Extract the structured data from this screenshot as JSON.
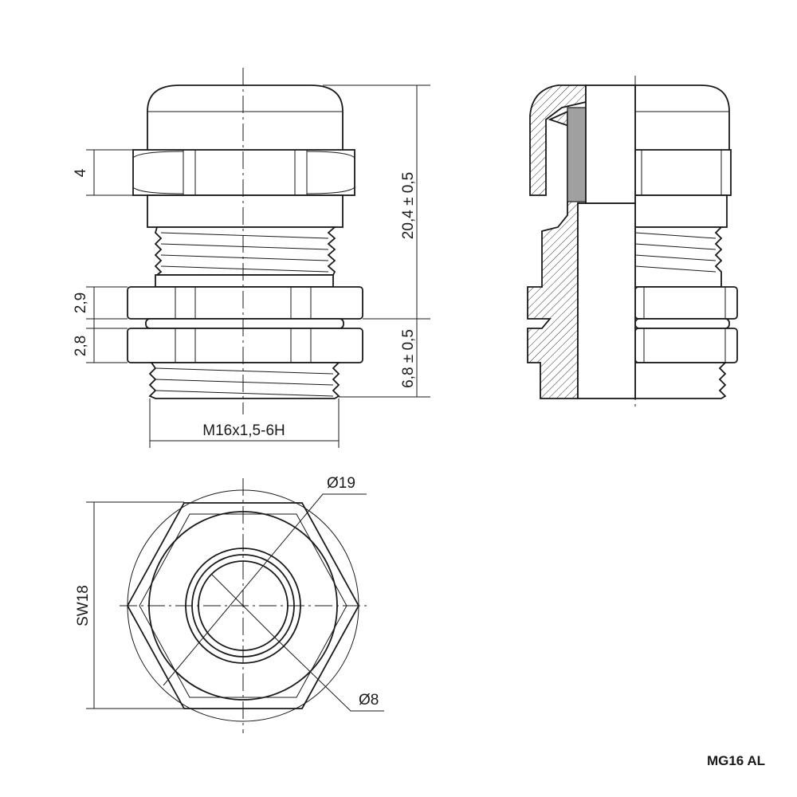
{
  "drawing": {
    "model_label": "MG16 AL",
    "dimensions": {
      "cap_nut_height": "4",
      "lock_nut_height": "2,9",
      "body_hex_height": "2,8",
      "total_height": "20,4 ± 0,5",
      "thread_length": "6,8 ± 0,5",
      "thread_spec": "M16x1,5-6H",
      "outer_diameter": "Ø19",
      "clamp_diameter": "Ø8",
      "wrench_size": "SW18"
    },
    "colors": {
      "line": "#1a1a1a",
      "seal": "#a0a0a0"
    }
  }
}
